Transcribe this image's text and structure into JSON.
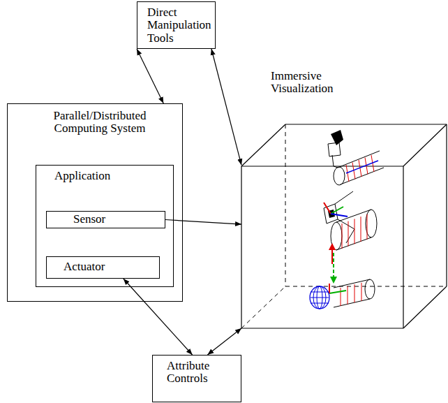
{
  "diagram": {
    "nodes": [
      {
        "text": [
          "Direct Manipulation Tools"
        ]
      },
      {
        "text": [
          "Parallel/Distributed Computing System"
        ]
      },
      {
        "text": [
          "Application"
        ],
        "in": 1
      },
      {
        "text": [
          "Sensor"
        ],
        "in": 2
      },
      {
        "text": [
          "Actuator"
        ],
        "in": 2
      },
      {
        "text": [
          "Immersive Visualization"
        ]
      },
      {
        "text": [
          "Attribute Controls"
        ]
      }
    ],
    "edges": [
      {
        "from": 0,
        "to": 1,
        "arrow": "both"
      },
      {
        "from": 0,
        "to": 5,
        "arrow": "both"
      },
      {
        "from": 3,
        "to": 5,
        "arrow": "to"
      },
      {
        "from": 4,
        "to": 6,
        "arrow": "both"
      },
      {
        "from": 5,
        "to": 6,
        "arrow": "both"
      }
    ]
  }
}
